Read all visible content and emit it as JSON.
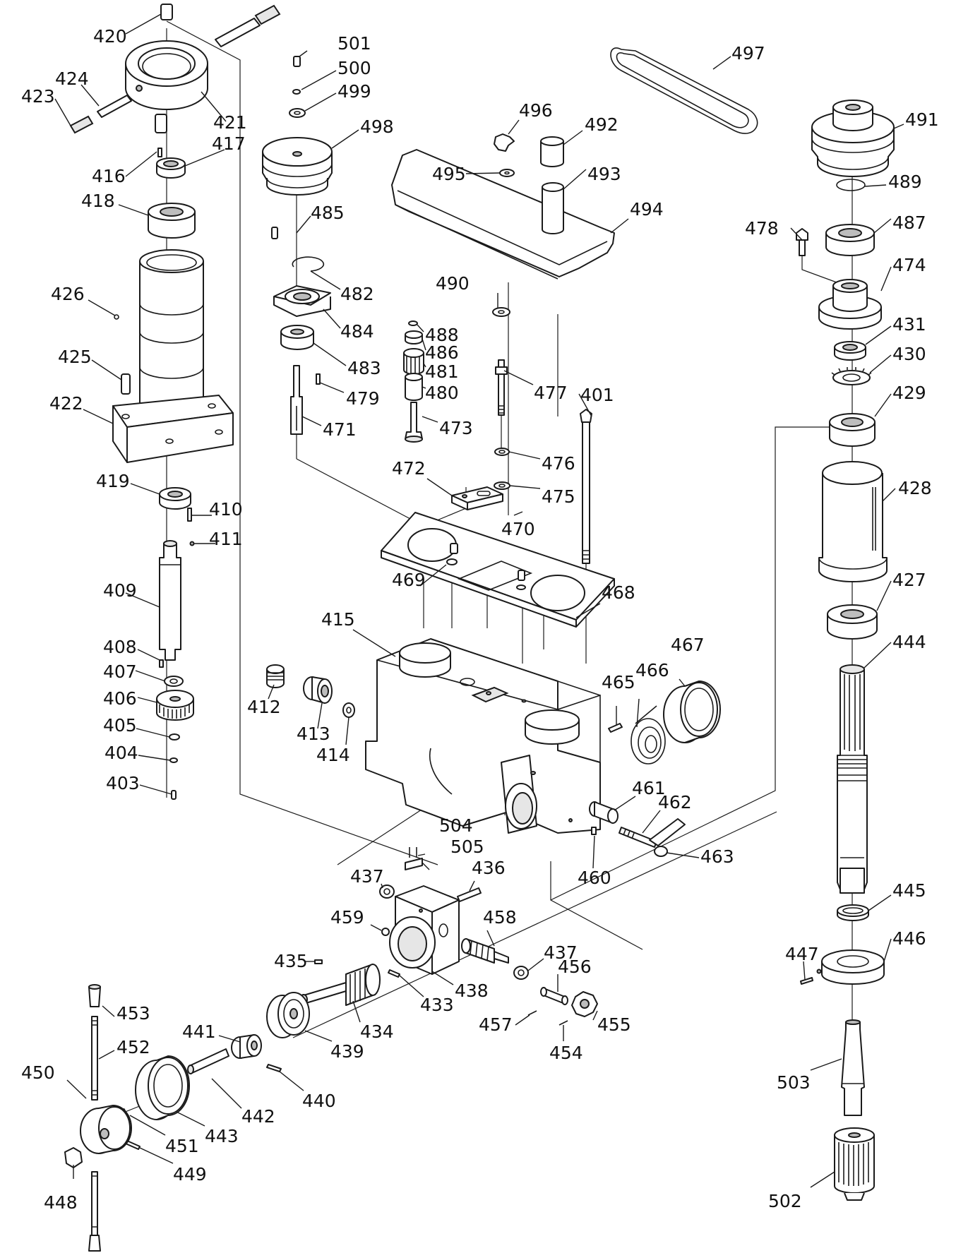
{
  "parts": [
    {
      "no": "401"
    },
    {
      "no": "403"
    },
    {
      "no": "404"
    },
    {
      "no": "405"
    },
    {
      "no": "406"
    },
    {
      "no": "407"
    },
    {
      "no": "408"
    },
    {
      "no": "409"
    },
    {
      "no": "410"
    },
    {
      "no": "411"
    },
    {
      "no": "412"
    },
    {
      "no": "413"
    },
    {
      "no": "414"
    },
    {
      "no": "415"
    },
    {
      "no": "416"
    },
    {
      "no": "417"
    },
    {
      "no": "418"
    },
    {
      "no": "419"
    },
    {
      "no": "420"
    },
    {
      "no": "421"
    },
    {
      "no": "422"
    },
    {
      "no": "423"
    },
    {
      "no": "424"
    },
    {
      "no": "425"
    },
    {
      "no": "426"
    },
    {
      "no": "427"
    },
    {
      "no": "428"
    },
    {
      "no": "429"
    },
    {
      "no": "430"
    },
    {
      "no": "431"
    },
    {
      "no": "433"
    },
    {
      "no": "434"
    },
    {
      "no": "435"
    },
    {
      "no": "436"
    },
    {
      "no": "437"
    },
    {
      "no": "437"
    },
    {
      "no": "438"
    },
    {
      "no": "439"
    },
    {
      "no": "440"
    },
    {
      "no": "441"
    },
    {
      "no": "442"
    },
    {
      "no": "443"
    },
    {
      "no": "444"
    },
    {
      "no": "445"
    },
    {
      "no": "446"
    },
    {
      "no": "447"
    },
    {
      "no": "448"
    },
    {
      "no": "449"
    },
    {
      "no": "450"
    },
    {
      "no": "451"
    },
    {
      "no": "452"
    },
    {
      "no": "453"
    },
    {
      "no": "454"
    },
    {
      "no": "455"
    },
    {
      "no": "456"
    },
    {
      "no": "457"
    },
    {
      "no": "458"
    },
    {
      "no": "459"
    },
    {
      "no": "460"
    },
    {
      "no": "461"
    },
    {
      "no": "462"
    },
    {
      "no": "463"
    },
    {
      "no": "465"
    },
    {
      "no": "466"
    },
    {
      "no": "467"
    },
    {
      "no": "468"
    },
    {
      "no": "469"
    },
    {
      "no": "470"
    },
    {
      "no": "471"
    },
    {
      "no": "472"
    },
    {
      "no": "473"
    },
    {
      "no": "474"
    },
    {
      "no": "475"
    },
    {
      "no": "476"
    },
    {
      "no": "477"
    },
    {
      "no": "478"
    },
    {
      "no": "479"
    },
    {
      "no": "480"
    },
    {
      "no": "481"
    },
    {
      "no": "482"
    },
    {
      "no": "483"
    },
    {
      "no": "484"
    },
    {
      "no": "485"
    },
    {
      "no": "486"
    },
    {
      "no": "487"
    },
    {
      "no": "488"
    },
    {
      "no": "489"
    },
    {
      "no": "490"
    },
    {
      "no": "491"
    },
    {
      "no": "492"
    },
    {
      "no": "493"
    },
    {
      "no": "494"
    },
    {
      "no": "495"
    },
    {
      "no": "496"
    },
    {
      "no": "497"
    },
    {
      "no": "498"
    },
    {
      "no": "499"
    },
    {
      "no": "500"
    },
    {
      "no": "501"
    },
    {
      "no": "502"
    },
    {
      "no": "503"
    },
    {
      "no": "504"
    },
    {
      "no": "505"
    }
  ]
}
